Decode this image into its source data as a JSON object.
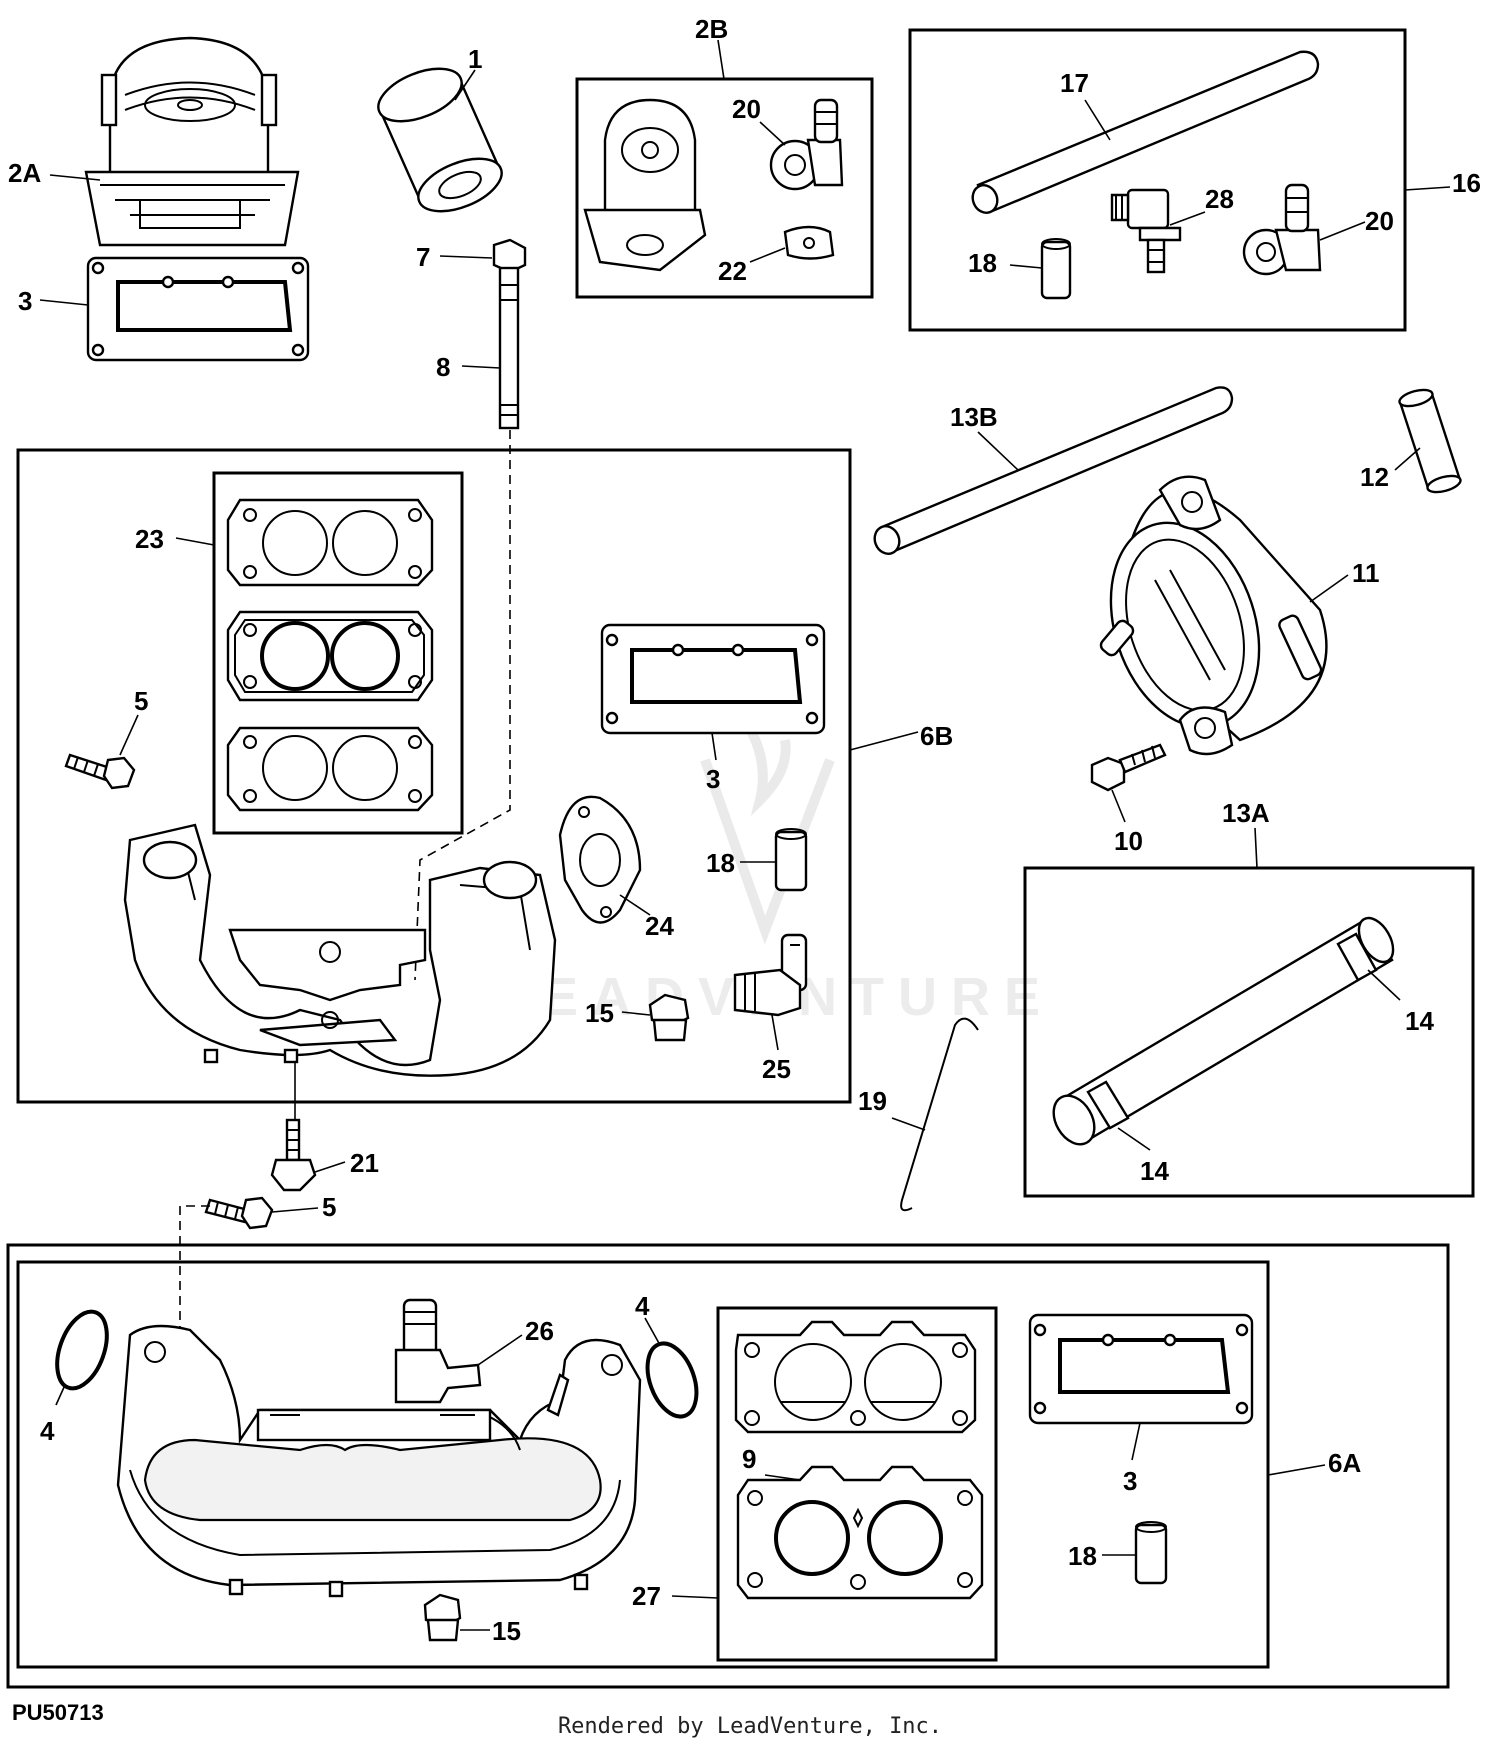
{
  "diagram_id": "PU50713",
  "footer": "Rendered by LeadVenture, Inc.",
  "watermark": "LEADVENTURE",
  "callouts": {
    "c1": "1",
    "c2A": "2A",
    "c2B": "2B",
    "c3a": "3",
    "c3b": "3",
    "c3c": "3",
    "c4a": "4",
    "c4b": "4",
    "c5a": "5",
    "c5b": "5",
    "c6A": "6A",
    "c6B": "6B",
    "c7": "7",
    "c8": "8",
    "c9": "9",
    "c10": "10",
    "c11": "11",
    "c12": "12",
    "c13A": "13A",
    "c13B": "13B",
    "c14a": "14",
    "c14b": "14",
    "c15a": "15",
    "c15b": "15",
    "c16": "16",
    "c17": "17",
    "c18a": "18",
    "c18b": "18",
    "c18c": "18",
    "c19": "19",
    "c20a": "20",
    "c20b": "20",
    "c21": "21",
    "c22": "22",
    "c23": "23",
    "c24": "24",
    "c25": "25",
    "c26": "26",
    "c27": "27",
    "c28": "28"
  }
}
